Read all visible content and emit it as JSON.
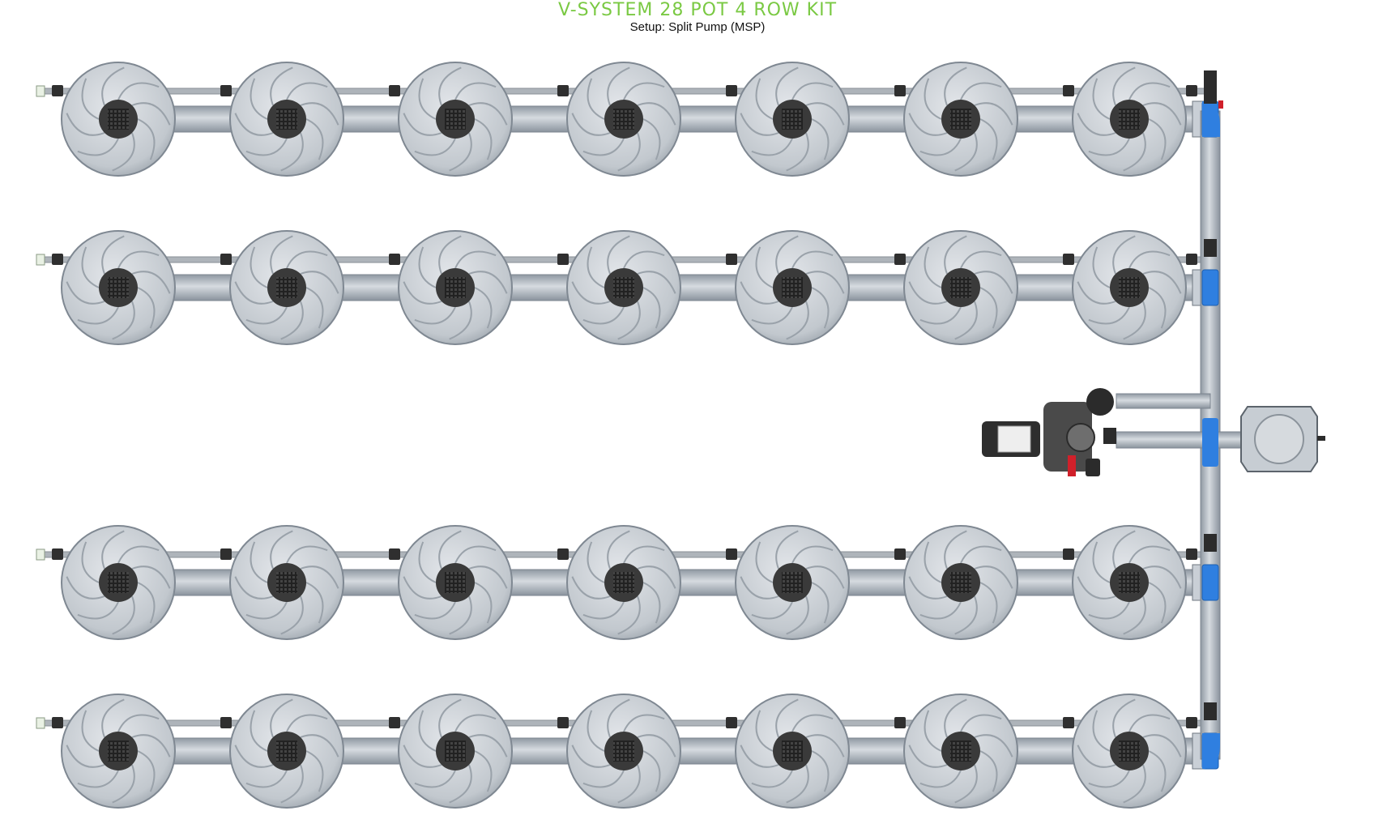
{
  "header": {
    "title": "V-SYSTEM 28 POT 4 ROW KIT",
    "subtitle": "Setup: Split Pump (MSP)"
  },
  "colors": {
    "title": "#7ac943",
    "pot_rim": "#9aa3ad",
    "pot_face": "#c9ced4",
    "pot_center": "#3a3a3a",
    "pipe": "#a9b1ba",
    "manifold_blue": "#2f7fe0",
    "pump_body": "#4a4a4a",
    "valve_red": "#d0202a"
  },
  "layout": {
    "rows": 4,
    "pots_per_row": 7,
    "total_pots": 28
  },
  "components": {
    "pot": "pot-icon",
    "drain_pipe": "drain-pipe",
    "feed_line": "feed-line",
    "manifold": "blue-manifold",
    "pump": "split-pump",
    "reservoir": "brain-reservoir"
  }
}
